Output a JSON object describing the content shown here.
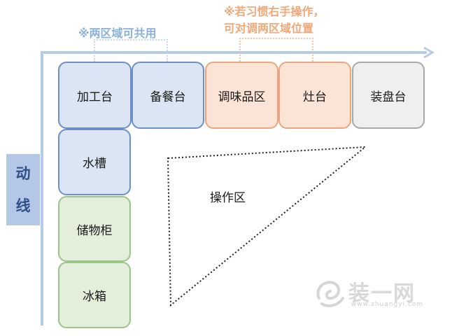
{
  "notes": {
    "shared": "※两区域可共用",
    "right_hand_line1": "※若习惯右手操作，",
    "right_hand_line2": "可对调两区域位置"
  },
  "axis_label": {
    "char1": "动",
    "char2": "线"
  },
  "top_row": [
    {
      "label": "加工台",
      "color": "blue"
    },
    {
      "label": "备餐台",
      "color": "blue"
    },
    {
      "label": "调味品区",
      "color": "peach"
    },
    {
      "label": "灶台",
      "color": "peach"
    },
    {
      "label": "装盘台",
      "color": "grey"
    }
  ],
  "left_column": [
    {
      "label": "水槽",
      "color": "blue"
    },
    {
      "label": "储物柜",
      "color": "green"
    },
    {
      "label": "冰箱",
      "color": "green"
    }
  ],
  "work_zone": {
    "label": "操作区"
  },
  "watermark": {
    "brand": "装一网",
    "url": "www.zhuangyi.com"
  },
  "colors": {
    "blue_fill": "#dbe5f3",
    "blue_border": "#6d8fc3",
    "peach_fill": "#fbe3d6",
    "peach_border": "#e9a57e",
    "grey_fill": "#efefef",
    "green_fill": "#e3eedb",
    "green_border": "#9cc388",
    "axis": "#b6cbe5"
  }
}
